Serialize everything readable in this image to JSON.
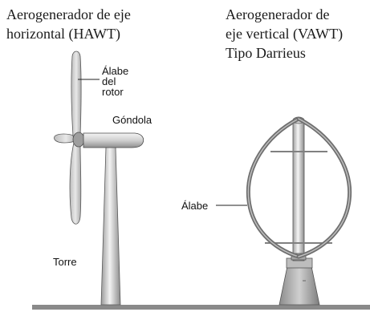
{
  "hawt": {
    "title_line1": "Aerogenerador de eje",
    "title_line2": "horizontal (HAWT)",
    "labels": {
      "blade_line1": "Álabe",
      "blade_line2": "del",
      "blade_line3": "rotor",
      "nacelle": "Góndola",
      "tower": "Torre"
    }
  },
  "vawt": {
    "title_line1": "Aerogenerador de",
    "title_line2": "eje vertical (VAWT)",
    "title_line3": "Tipo Darrieus",
    "labels": {
      "blade": "Álabe"
    }
  },
  "colors": {
    "metal_light": "#e2e2e2",
    "metal_mid": "#b4b4b4",
    "metal_dark": "#6f6f6f",
    "outline": "#4a4a4a",
    "ground": "#8a8a8a"
  }
}
